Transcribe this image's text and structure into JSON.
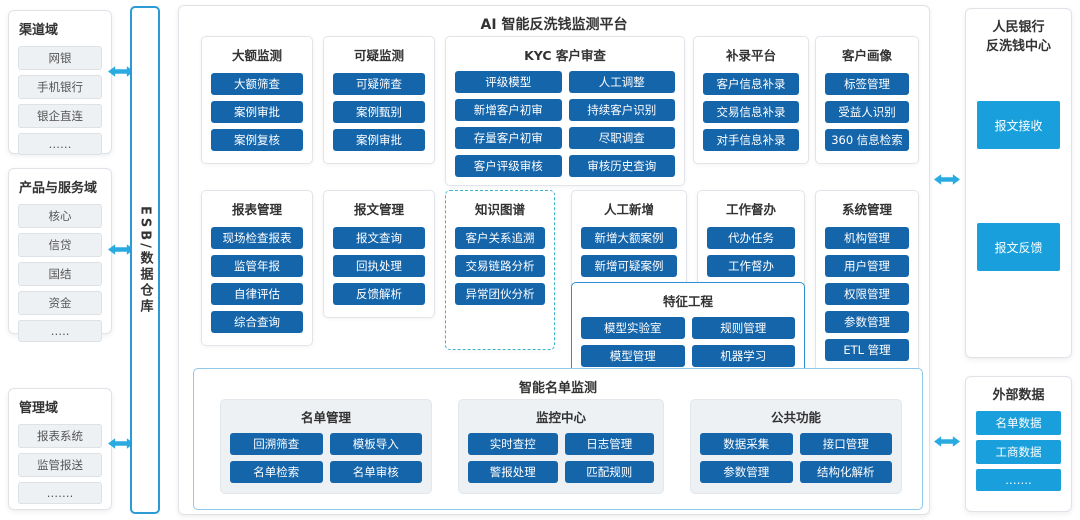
{
  "diagram_title": "AI 智能反洗钱监测平台",
  "esb_label": "ESB/数据仓库",
  "left_panels": [
    {
      "title": "渠道域",
      "items": [
        "网银",
        "手机银行",
        "银企直连",
        "……"
      ]
    },
    {
      "title": "产品与服务域",
      "items": [
        "核心",
        "信贷",
        "国结",
        "资金",
        "….."
      ]
    },
    {
      "title": "管理域",
      "items": [
        "报表系统",
        "监管报送",
        "……."
      ]
    }
  ],
  "modules_row1": [
    {
      "title": "大额监测",
      "items": [
        "大额筛查",
        "案例审批",
        "案例复核"
      ]
    },
    {
      "title": "可疑监测",
      "items": [
        "可疑筛查",
        "案例甄别",
        "案例审批"
      ]
    },
    {
      "title": "KYC 客户审查",
      "items": [
        "评级模型",
        "人工调整",
        "新增客户初审",
        "持续客户识别",
        "存量客户初审",
        "尽职调查",
        "客户评级审核",
        "审核历史查询"
      ]
    },
    {
      "title": "补录平台",
      "items": [
        "客户信息补录",
        "交易信息补录",
        "对手信息补录"
      ]
    },
    {
      "title": "客户画像",
      "items": [
        "标签管理",
        "受益人识别",
        "360 信息检索"
      ]
    }
  ],
  "modules_row2": [
    {
      "title": "报表管理",
      "items": [
        "现场检查报表",
        "监管年报",
        "自律评估",
        "综合查询"
      ]
    },
    {
      "title": "报文管理",
      "items": [
        "报文查询",
        "回执处理",
        "反馈解析"
      ]
    },
    {
      "title": "知识图谱",
      "items": [
        "客户关系追溯",
        "交易链路分析",
        "异常团伙分析"
      ]
    },
    {
      "title": "人工新增",
      "items": [
        "新增大额案例",
        "新增可疑案例"
      ]
    },
    {
      "title": "工作督办",
      "items": [
        "代办任务",
        "工作督办"
      ]
    },
    {
      "title": "系统管理",
      "items": [
        "机构管理",
        "用户管理",
        "权限管理",
        "参数管理",
        "ETL 管理"
      ]
    }
  ],
  "feature_engineering": {
    "title": "特征工程",
    "items": [
      "模型实验室",
      "规则管理",
      "模型管理",
      "机器学习"
    ]
  },
  "list_monitoring": {
    "title": "智能名单监测",
    "groups": [
      {
        "title": "名单管理",
        "items": [
          "回溯筛查",
          "模板导入",
          "名单检索",
          "名单审核"
        ]
      },
      {
        "title": "监控中心",
        "items": [
          "实时查控",
          "日志管理",
          "警报处理",
          "匹配规则"
        ]
      },
      {
        "title": "公共功能",
        "items": [
          "数据采集",
          "接口管理",
          "参数管理",
          "结构化解析"
        ]
      }
    ]
  },
  "right_top": {
    "title_line1": "人民银行",
    "title_line2": "反洗钱中心",
    "items": [
      "报文接收",
      "报文反馈"
    ]
  },
  "right_bottom": {
    "title": "外部数据",
    "items": [
      "名单数据",
      "工商数据",
      "……."
    ]
  },
  "colors": {
    "dark_blue": "#1565ab",
    "bright_blue": "#199fdb",
    "arrow_blue": "#29abe2",
    "dashed_teal": "#3ab6c8"
  }
}
